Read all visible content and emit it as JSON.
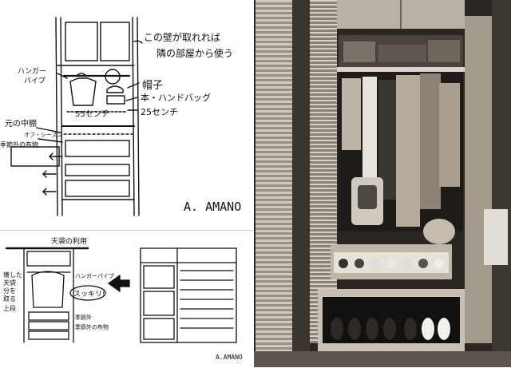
{
  "sketch_top": {
    "note_wall": "この壁が取れれば",
    "note_wall_2": "隣の部屋から使う",
    "hanger_pipe": "ハンガー",
    "hanger_pipe_2": "パイプ",
    "hat": "帽子",
    "handbag": "本・ハンドバッグ",
    "width_55": "55センチ",
    "width_25": "25センチ",
    "original_shelf": "元の中棚",
    "off_season": "オフ・シーズン",
    "out_of_season": "季節外の布物",
    "signature": "A. AMANO"
  },
  "sketch_bottom": {
    "ceiling_space": "天袋の利用",
    "labels_left": [
      "壊した",
      "天袋",
      "分を",
      "取る",
      "上段"
    ],
    "labels_right": [
      "ハンガーパイプ",
      "季節外",
      "季節外の布物"
    ],
    "balloon": "スッキリ!",
    "signature": "A.AMANO"
  },
  "photo": {
    "description": ""
  },
  "colors": {
    "ink": "#111111",
    "paper": "#ffffff",
    "photo_dark": "#1a1a1a",
    "wood_light": "#c9c2b8",
    "wood_mid": "#8d8478"
  }
}
